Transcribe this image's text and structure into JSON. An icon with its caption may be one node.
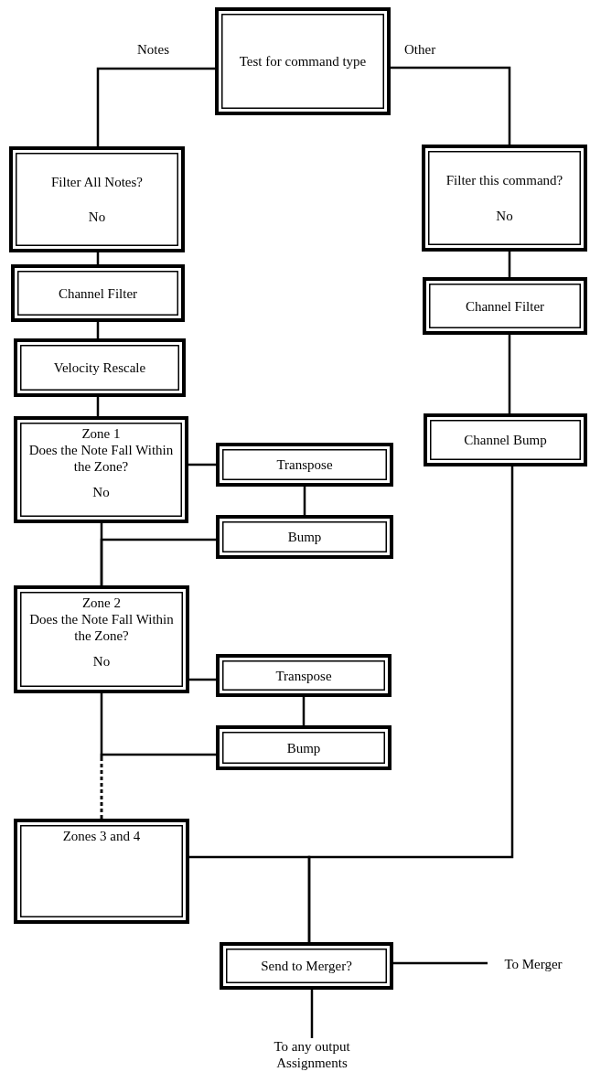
{
  "diagram": {
    "nodes": [
      {
        "text": [
          "Test for command type"
        ]
      },
      {
        "text": [
          "Filter All Notes?",
          "No"
        ]
      },
      {
        "text": [
          "Channel Filter"
        ]
      },
      {
        "text": [
          "Velocity Rescale"
        ]
      },
      {
        "text": [
          "Zone 1",
          "Does the Note Fall Within the Zone?",
          "No"
        ]
      },
      {
        "text": [
          "Transpose"
        ]
      },
      {
        "text": [
          "Bump"
        ]
      },
      {
        "text": [
          "Zone 2",
          "Does the Note Fall Within the Zone?",
          "No"
        ]
      },
      {
        "text": [
          "Transpose"
        ]
      },
      {
        "text": [
          "Bump"
        ]
      },
      {
        "text": [
          "Zones 3 and 4"
        ]
      },
      {
        "text": [
          "Filter this command?",
          "No"
        ]
      },
      {
        "text": [
          "Channel Filter"
        ]
      },
      {
        "text": [
          "Channel Bump"
        ]
      },
      {
        "text": [
          "Send to Merger?"
        ]
      },
      {
        "text": [
          "To Merger"
        ]
      },
      {
        "text": [
          "To any output Assignments"
        ]
      }
    ],
    "edges": [
      {
        "from": 0,
        "to": 1,
        "arrow": "none",
        "label": "Notes"
      },
      {
        "from": 0,
        "to": 11,
        "arrow": "none",
        "label": "Other"
      },
      {
        "from": 1,
        "to": 2,
        "arrow": "none"
      },
      {
        "from": 2,
        "to": 3,
        "arrow": "none"
      },
      {
        "from": 3,
        "to": 4,
        "arrow": "none"
      },
      {
        "from": 4,
        "to": 5,
        "arrow": "none"
      },
      {
        "from": 5,
        "to": 6,
        "arrow": "none"
      },
      {
        "from": 4,
        "to": 7,
        "arrow": "none"
      },
      {
        "from": 6,
        "to": 7,
        "arrow": "none"
      },
      {
        "from": 7,
        "to": 8,
        "arrow": "none"
      },
      {
        "from": 8,
        "to": 9,
        "arrow": "none"
      },
      {
        "from": 7,
        "to": 10,
        "arrow": "none",
        "style": "dashed"
      },
      {
        "from": 9,
        "to": 10,
        "arrow": "none",
        "style": "dashed"
      },
      {
        "from": 11,
        "to": 12,
        "arrow": "none"
      },
      {
        "from": 12,
        "to": 13,
        "arrow": "none"
      },
      {
        "from": 13,
        "to": 14,
        "arrow": "none"
      },
      {
        "from": 10,
        "to": 14,
        "arrow": "none"
      },
      {
        "from": 14,
        "to": 15,
        "arrow": "none"
      },
      {
        "from": 14,
        "to": 16,
        "arrow": "none"
      }
    ]
  }
}
